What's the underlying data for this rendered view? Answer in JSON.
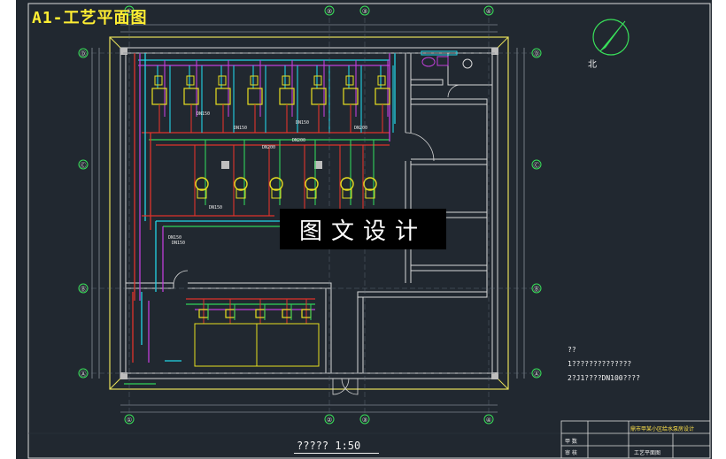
{
  "drawing": {
    "title": "A1-工艺平面图",
    "watermark": "图文设计",
    "scale_label": "????? 1:50",
    "north": "北",
    "notes": [
      "??",
      "1??????????????",
      "2?J1????DN100????"
    ],
    "title_block": {
      "project": "鼎市甲某小区给水泵房设计",
      "sheet_name": "工艺平面图",
      "row_labels": [
        "甲 数",
        "审 核"
      ]
    },
    "axes": {
      "vertical": [
        "①",
        "②",
        "③",
        "④"
      ],
      "horizontal": [
        "Ⓐ",
        "Ⓑ",
        "Ⓒ",
        "Ⓓ"
      ]
    },
    "pipe_labels": [
      "DN150",
      "DN150",
      "DN200",
      "DN150",
      "DN200",
      "DN150",
      "DN150",
      "DN150",
      "DN200"
    ]
  },
  "colors": {
    "background": "#212830",
    "title": "#ffee33",
    "wall": "#d8d8d8",
    "border": "#e8e05a",
    "pipe_cyan": "#22d4e6",
    "pipe_red": "#e0332b",
    "pipe_magenta": "#c03fd9",
    "pipe_green": "#31d35a",
    "pump_yellow": "#e8e020",
    "axis_green": "#39e05a"
  }
}
